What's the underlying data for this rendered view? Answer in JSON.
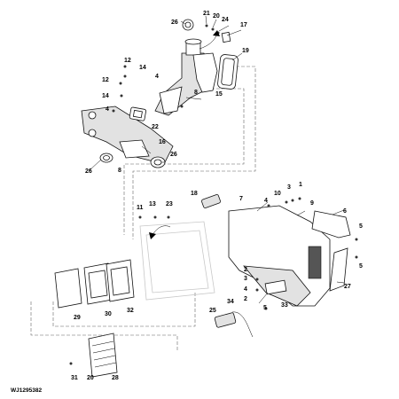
{
  "reference": "WJ1295382",
  "callouts": [
    {
      "id": "c26a",
      "label": "26"
    },
    {
      "id": "c21",
      "label": "21"
    },
    {
      "id": "c20",
      "label": "20"
    },
    {
      "id": "c24",
      "label": "24"
    },
    {
      "id": "c17",
      "label": "17"
    },
    {
      "id": "c19",
      "label": "19"
    },
    {
      "id": "c12a",
      "label": "12"
    },
    {
      "id": "c14a",
      "label": "14"
    },
    {
      "id": "c4a",
      "label": "4"
    },
    {
      "id": "c12b",
      "label": "12"
    },
    {
      "id": "c14b",
      "label": "14"
    },
    {
      "id": "c8a",
      "label": "8"
    },
    {
      "id": "c15",
      "label": "15"
    },
    {
      "id": "c4b",
      "label": "4"
    },
    {
      "id": "c22",
      "label": "22"
    },
    {
      "id": "c16",
      "label": "16"
    },
    {
      "id": "c26b",
      "label": "26"
    },
    {
      "id": "c26c",
      "label": "26"
    },
    {
      "id": "c8b",
      "label": "8"
    },
    {
      "id": "c18",
      "label": "18"
    },
    {
      "id": "c3a",
      "label": "3"
    },
    {
      "id": "c1",
      "label": "1"
    },
    {
      "id": "c10",
      "label": "10"
    },
    {
      "id": "c4c",
      "label": "4"
    },
    {
      "id": "c7",
      "label": "7"
    },
    {
      "id": "c9",
      "label": "9"
    },
    {
      "id": "c11",
      "label": "11"
    },
    {
      "id": "c13",
      "label": "13"
    },
    {
      "id": "c23",
      "label": "23"
    },
    {
      "id": "c6",
      "label": "6"
    },
    {
      "id": "c5a",
      "label": "5"
    },
    {
      "id": "c5b",
      "label": "5"
    },
    {
      "id": "c2a",
      "label": "2"
    },
    {
      "id": "c3b",
      "label": "3"
    },
    {
      "id": "c27",
      "label": "27"
    },
    {
      "id": "c4d",
      "label": "4"
    },
    {
      "id": "c2b",
      "label": "2"
    },
    {
      "id": "c34",
      "label": "34"
    },
    {
      "id": "c25",
      "label": "25"
    },
    {
      "id": "c5c",
      "label": "5"
    },
    {
      "id": "c33",
      "label": "33"
    },
    {
      "id": "c29",
      "label": "29"
    },
    {
      "id": "c30",
      "label": "30"
    },
    {
      "id": "c32",
      "label": "32"
    },
    {
      "id": "c31",
      "label": "31"
    },
    {
      "id": "c20b",
      "label": "20"
    },
    {
      "id": "c28",
      "label": "28"
    }
  ]
}
